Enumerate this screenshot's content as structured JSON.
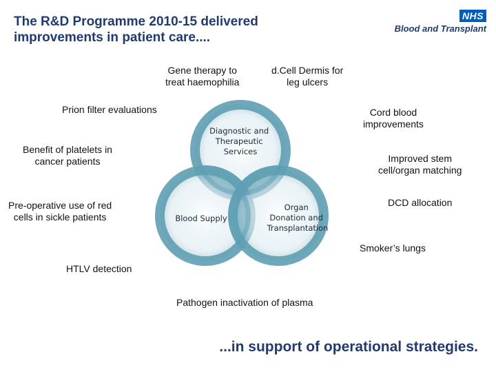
{
  "title": {
    "line1": "The R&D Programme 2010-15 delivered",
    "line2": "improvements in patient care...."
  },
  "logo": {
    "badge": "NHS",
    "name": "Blood and Transplant"
  },
  "venn": {
    "circles": [
      {
        "lines": [
          "Diagnostic and",
          "Therapeutic",
          "Services"
        ]
      },
      {
        "lines": [
          "Blood Supply"
        ]
      },
      {
        "lines": [
          "Organ",
          "Donation and",
          "Transplantation"
        ]
      }
    ]
  },
  "labels": {
    "gene_therapy": [
      "Gene therapy to",
      "treat haemophilia"
    ],
    "dcell": [
      "d.Cell Dermis for",
      "leg ulcers"
    ],
    "prion": [
      "Prion filter evaluations"
    ],
    "cord_blood": [
      "Cord blood",
      "improvements"
    ],
    "platelets": [
      "Benefit of platelets in",
      "cancer patients"
    ],
    "stem_cell": [
      "Improved stem",
      "cell/organ matching"
    ],
    "dcd": [
      "DCD allocation"
    ],
    "red_cells": [
      "Pre-operative use of red",
      "cells in sickle patients"
    ],
    "smokers": [
      "Smoker’s lungs"
    ],
    "htlv": [
      "HTLV detection"
    ],
    "pathogen": [
      "Pathogen inactivation of plasma"
    ]
  },
  "footer": "...in support of operational strategies.",
  "colors": {
    "title": "#1f3b6f",
    "circle_fill": "#5f9fb3",
    "nhs_blue": "#005eb8"
  }
}
